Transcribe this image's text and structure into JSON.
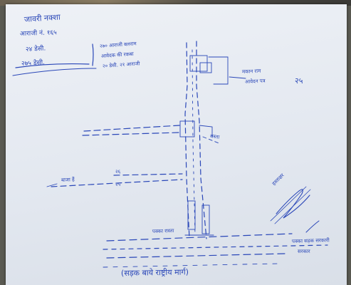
{
  "document": {
    "type": "handwritten-site-sketch",
    "ink_color": "#2a47b8",
    "paper_color": "#e6ebf2"
  },
  "header": {
    "line1": "जावरी नक्शा",
    "line2": "आराजी नं. १६५",
    "line3": "२४ डेसी.",
    "line4": "२७५ डेसी."
  },
  "center_note": {
    "line1": "२७० आराजी बलराम",
    "line2": "आवेदक की रकबा",
    "line3": "२० डेसी. २१ आराजी"
  },
  "labels": {
    "right_note": "मकान राम",
    "right_note2": "आवेदन पत्र",
    "right_mark": "२५",
    "mid_label": "रास्ता",
    "left_label": "बाजा हैं",
    "left_num1": "२६",
    "left_num2": "२५",
    "bottom_road": "पक्का रास्ता",
    "bottom_caption": "(सड़क बाये राष्ट्रीय मार्ग)",
    "bottom_right": "पक्का सड़क सरकारी",
    "bottom_right2": "सरकार",
    "signature": "हस्ताक्षर"
  }
}
